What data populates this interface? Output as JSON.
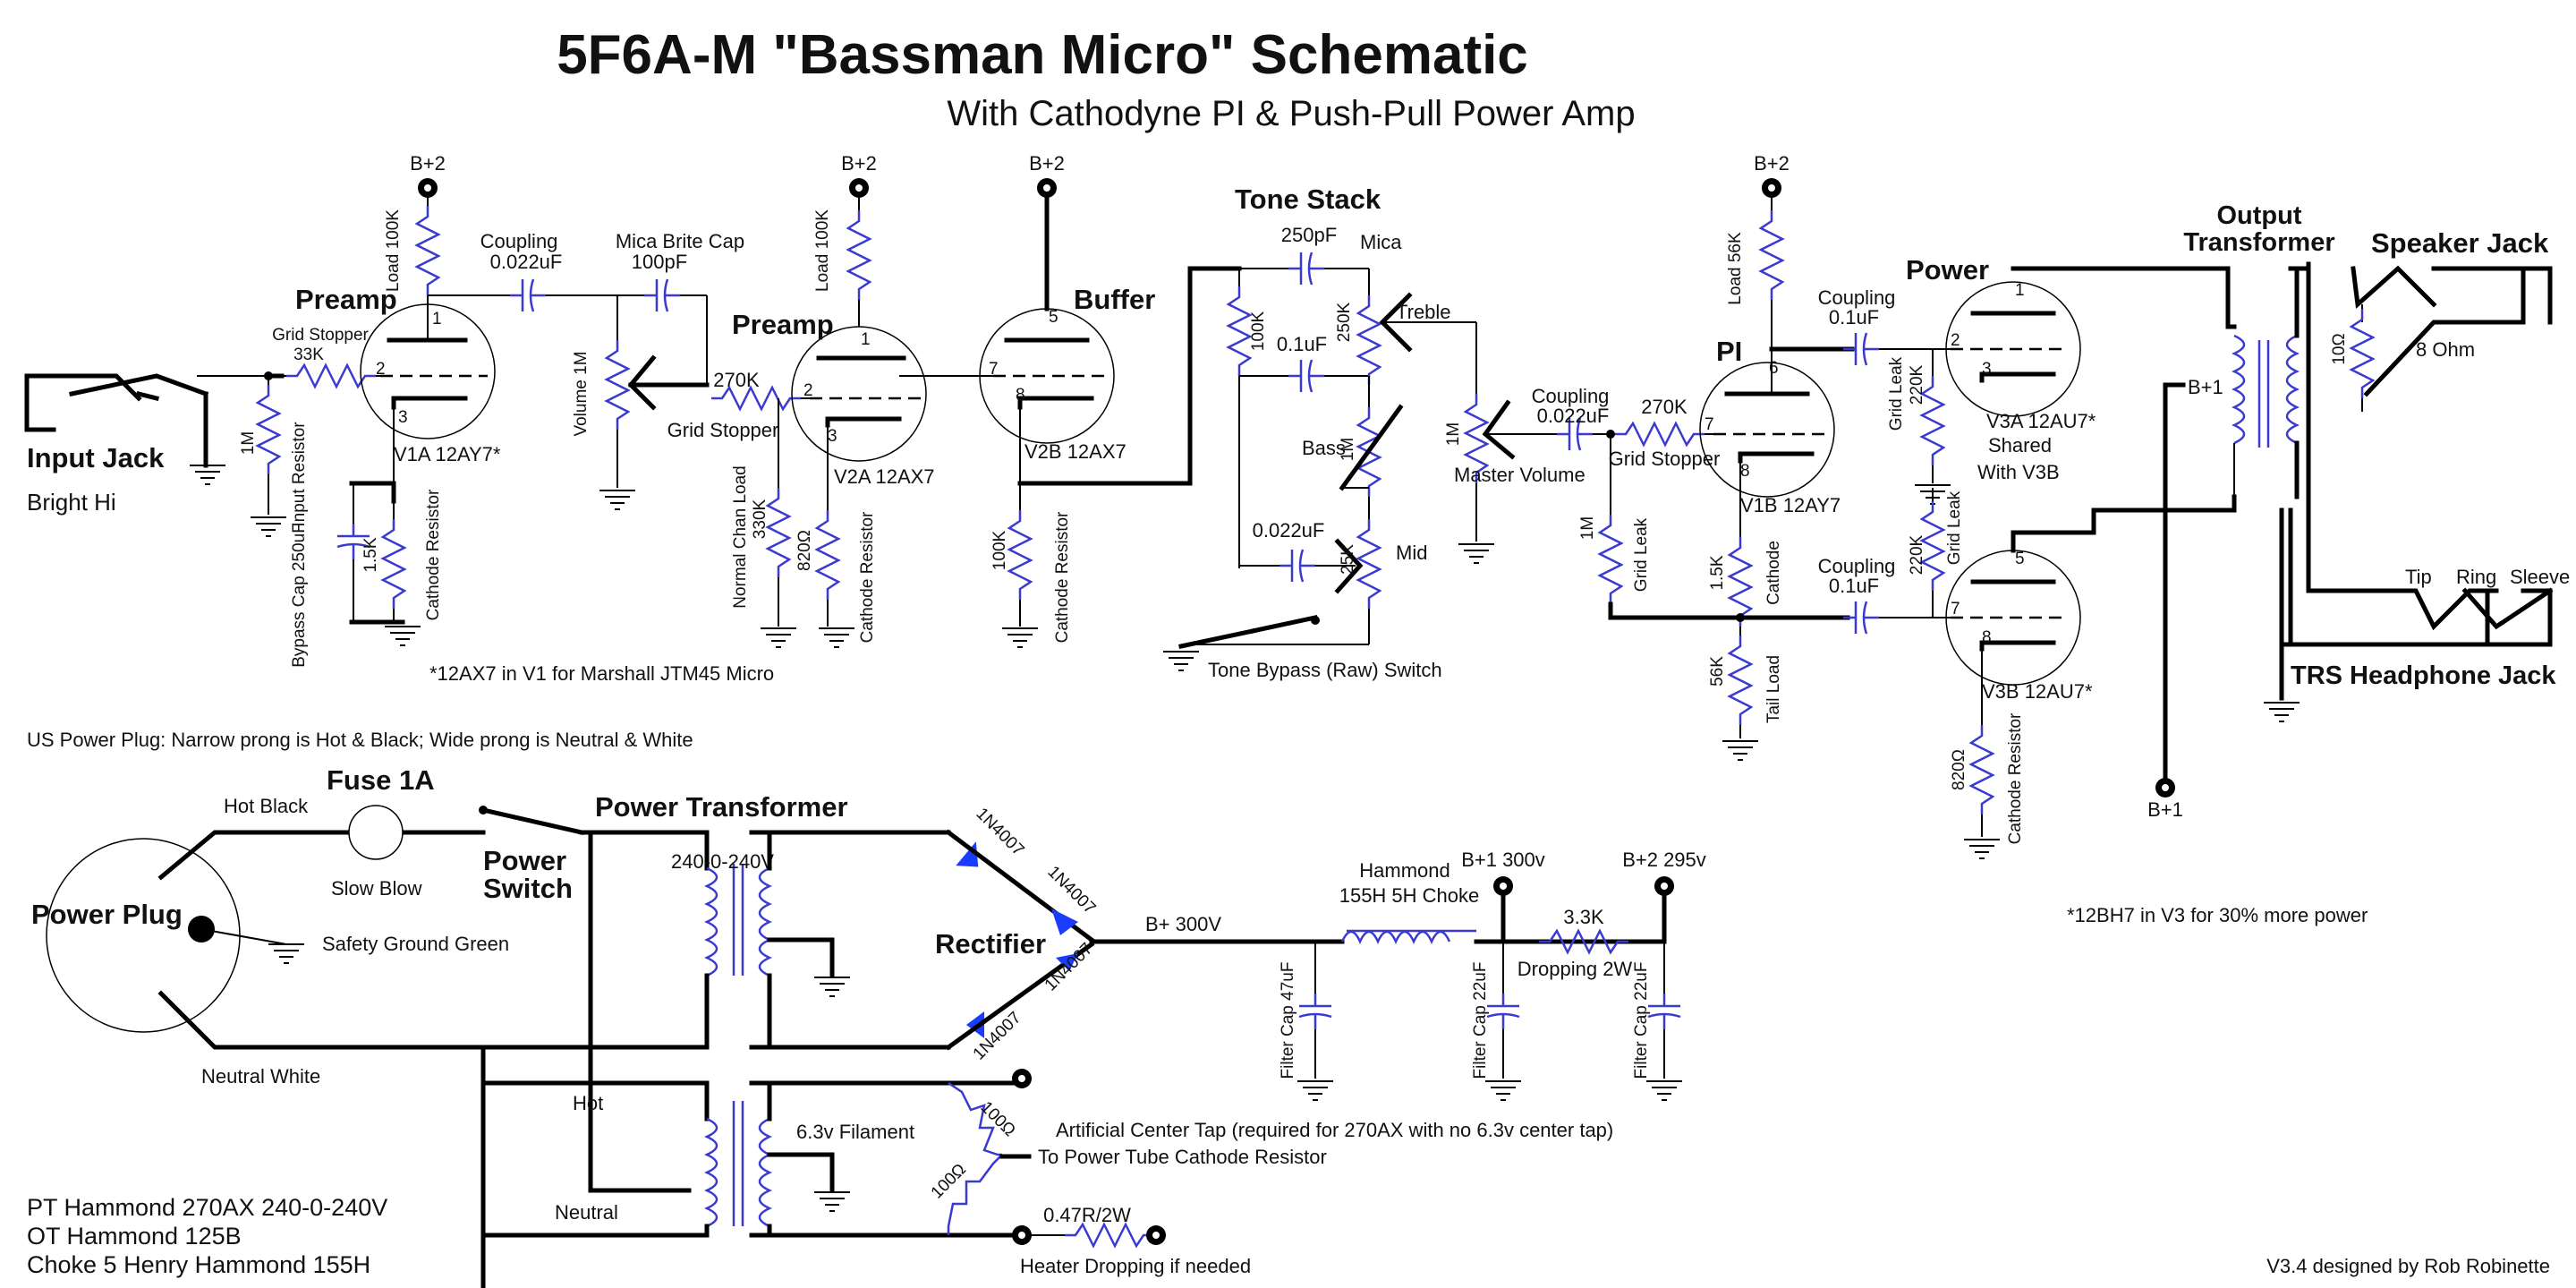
{
  "title": "5F6A-M \"Bassman Micro\" Schematic",
  "subtitle": "With Cathodyne PI & Push-Pull Power Amp",
  "sections": {
    "preamp1": "Preamp",
    "preamp2": "Preamp",
    "buffer": "Buffer",
    "tone_stack": "Tone Stack",
    "pi": "PI",
    "power": "Power",
    "output_transformer": "Output Transformer",
    "speaker_jack": "Speaker Jack",
    "input_jack": "Input Jack",
    "trs_headphone": "TRS Headphone Jack",
    "fuse": "Fuse 1A",
    "power_switch": "Power Switch",
    "power_transformer": "Power Transformer",
    "rectifier": "Rectifier",
    "power_plug": "Power Plug"
  },
  "labels": {
    "bright_hi": "Bright Hi",
    "b2_a": "B+2",
    "b2_b": "B+2",
    "b2_c": "B+2",
    "b2_d": "B+2",
    "load_100k_a": "Load 100K",
    "coupling_a": "Coupling",
    "coupling_a_val": "0.022uF",
    "mica_brite": "Mica Brite Cap",
    "mica_brite_val": "100pF",
    "grid_stopper_a": "Grid Stopper",
    "grid_stopper_a_val": "33K",
    "input_res": "Input Resistor",
    "input_res_val": "1M",
    "v1a": "V1A 12AY7*",
    "volume": "Volume 1M",
    "bypass_cap": "Bypass Cap 250uF",
    "cathode_res_a": "Cathode Resistor",
    "cathode_res_a_val": "1.5K",
    "note_v1": "*12AX7 in V1 for Marshall JTM45 Micro",
    "r270k_a": "270K",
    "grid_stopper_b": "Grid Stopper",
    "load_100k_b": "Load 100K",
    "v2a": "V2A 12AX7",
    "v2b": "V2B 12AX7",
    "normal_chan_load": "Normal Chan Load",
    "nc_val": "330K",
    "r820": "820Ω",
    "cathode_res_b": "Cathode Resistor",
    "r100k_c": "100K",
    "cathode_res_c": "Cathode Resistor",
    "c250pf": "250pF",
    "mica": "Mica",
    "r100k_tone": "100K",
    "c01uf": "0.1uF",
    "treble": "Treble",
    "r250k": "250K",
    "bass": "Bass",
    "bass_val": "1M",
    "c022": "0.022uF",
    "mid": "Mid",
    "mid_val": "25K",
    "tone_bypass": "Tone Bypass (Raw) Switch",
    "master_val": "1M",
    "master_volume": "Master Volume",
    "coupling_b": "Coupling",
    "coupling_b_val": "0.022uF",
    "r270k_b": "270K",
    "grid_stopper_c": "Grid Stopper",
    "load_56k": "Load 56K",
    "v1b": "V1B 12AY7",
    "grid_leak_a": "Grid Leak",
    "grid_leak_a_val": "1M",
    "cathode_pi": "Cathode",
    "cathode_pi_val": "1.5K",
    "tail_load": "Tail Load",
    "tail_val": "56K",
    "coupling_c": "Coupling",
    "coupling_c_val": "0.1uF",
    "coupling_d": "Coupling",
    "coupling_d_val": "0.1uF",
    "grid_leak_b": "Grid Leak",
    "grid_leak_b_val": "220K",
    "grid_leak_c": "Grid Leak",
    "grid_leak_c_val": "220K",
    "v3a": "V3A 12AU7*",
    "shared": "Shared",
    "with_v3b": "With V3B",
    "v3b": "V3B 12AU7*",
    "r820b": "820Ω",
    "cathode_res_d": "Cathode Resistor",
    "b1_top": "B+1",
    "b1_bottom": "B+1",
    "r10": "10Ω",
    "ohm8": "8 Ohm",
    "tip": "Tip",
    "ring": "Ring",
    "sleeve": "Sleeve",
    "us_plug": "US Power Plug: Narrow prong is Hot & Black; Wide prong is Neutral & White",
    "hot_black": "Hot Black",
    "slow_blow": "Slow Blow",
    "safety_ground": "Safety Ground Green",
    "neutral_white": "Neutral White",
    "v240": "240-0-240V",
    "d1": "1N4007",
    "d2": "1N4007",
    "d3": "1N4007",
    "d4": "1N4007",
    "b_300": "B+ 300V",
    "hammond": "Hammond",
    "choke": "155H 5H Choke",
    "b1_300": "B+1 300v",
    "b2_295": "B+2 295v",
    "r33k": "3.3K",
    "dropping": "Dropping 2W",
    "filter_47": "Filter Cap 47uF",
    "filter_22a": "Filter Cap 22uF",
    "filter_22b": "Filter Cap 22uF",
    "hot": "Hot",
    "neutral": "Neutral",
    "filament": "6.3v Filament",
    "r100a": "100Ω",
    "r100b": "100Ω",
    "center_tap": "Artificial Center Tap (required for 270AX with no 6.3v center tap)",
    "to_cathode": "To Power Tube Cathode Resistor",
    "r047": "0.47R/2W",
    "heater_drop": "Heater Dropping if needed",
    "note_12bh7": "*12BH7 in V3 for 30% more power",
    "pt": "PT Hammond 270AX 240-0-240V",
    "ot": "OT Hammond 125B",
    "choke_note": "Choke 5 Henry Hammond 155H",
    "version": "V3.4 designed by Rob Robinette",
    "pin1": "1",
    "pin2": "2",
    "pin3": "3",
    "pin1b": "1",
    "pin2b": "2",
    "pin3b": "3",
    "pin5": "5",
    "pin7": "7",
    "pin8": "8",
    "pin6": "6",
    "pin7b": "7",
    "pin8b": "8",
    "pin1c": "1",
    "pin2c": "2",
    "pin3c": "3",
    "pin5c": "5",
    "pin7c": "7",
    "pin8c": "8"
  }
}
